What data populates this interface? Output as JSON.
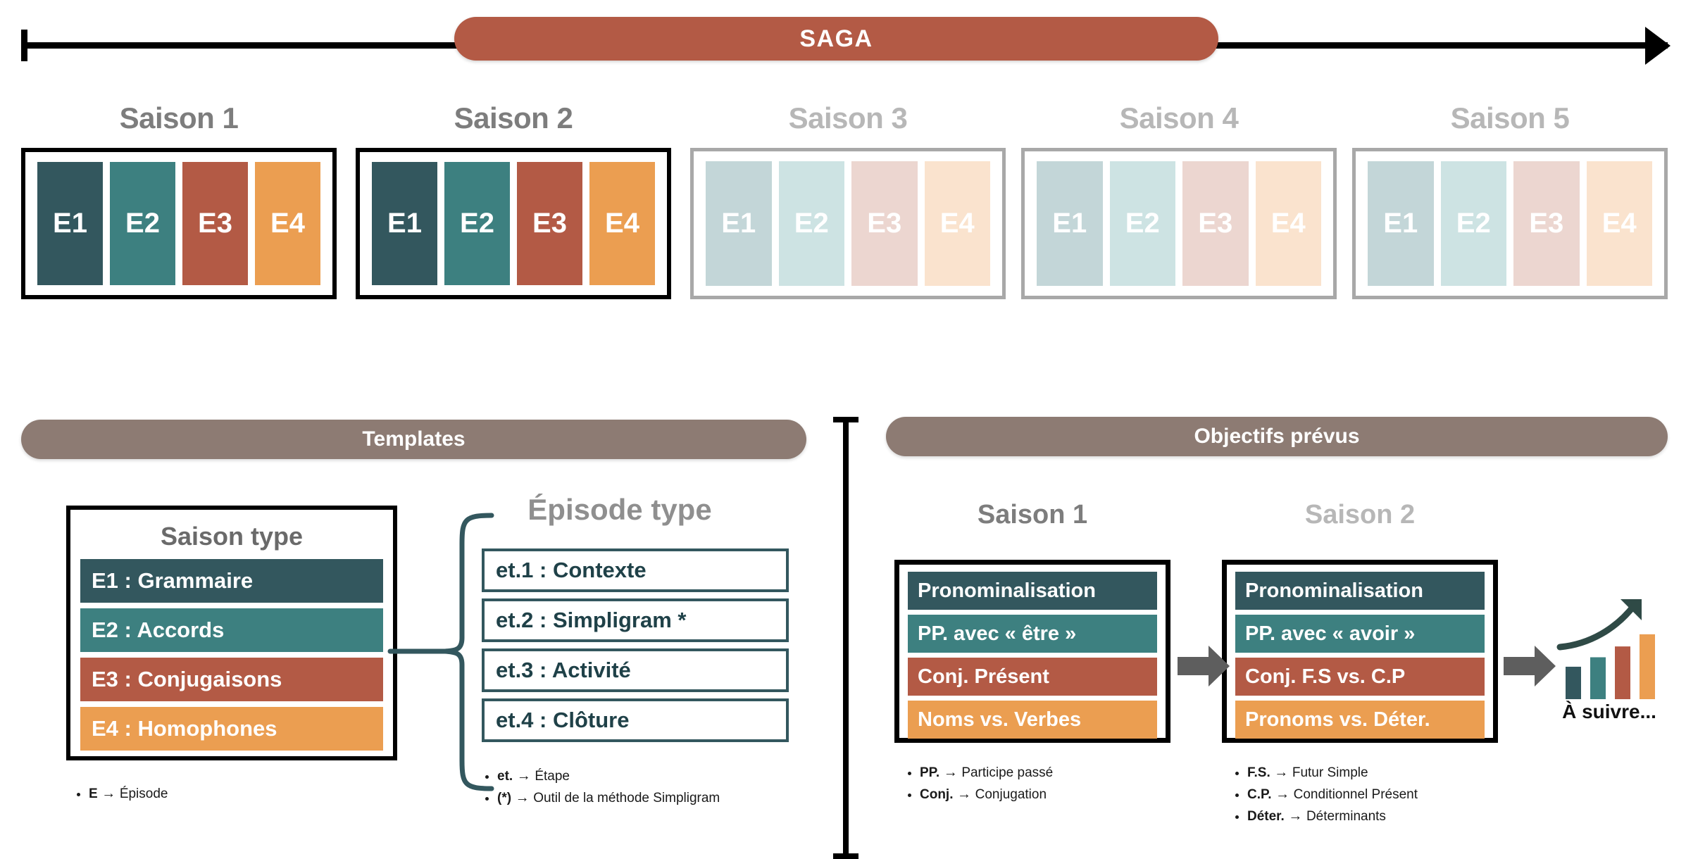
{
  "timeline": {
    "title": "SAGA"
  },
  "palette": {
    "e1": "#33575e",
    "e2": "#3d8080",
    "e3": "#b35a45",
    "e4": "#eb9e51",
    "e1_dim": "#c3d6d8",
    "e2_dim": "#cde3e3",
    "e3_dim": "#ecd6d0",
    "e4_dim": "#fae3ce",
    "banner": "#8d7b73",
    "gray_arrow": "#5e5e5e",
    "title_active": "#7d7d7d",
    "title_dim": "#b7b7b7"
  },
  "seasons": [
    {
      "title": "Saison 1",
      "state": "active",
      "episodes": [
        "E1",
        "E2",
        "E3",
        "E4"
      ]
    },
    {
      "title": "Saison 2",
      "state": "active",
      "episodes": [
        "E1",
        "E2",
        "E3",
        "E4"
      ]
    },
    {
      "title": "Saison 3",
      "state": "dim",
      "episodes": [
        "E1",
        "E2",
        "E3",
        "E4"
      ]
    },
    {
      "title": "Saison 4",
      "state": "dim",
      "episodes": [
        "E1",
        "E2",
        "E3",
        "E4"
      ]
    },
    {
      "title": "Saison 5",
      "state": "dim",
      "episodes": [
        "E1",
        "E2",
        "E3",
        "E4"
      ]
    }
  ],
  "templates": {
    "banner_label": "Templates",
    "saison_type": {
      "title": "Saison type",
      "rows": [
        "E1 : Grammaire",
        "E2 : Accords",
        "E3 : Conjugaisons",
        "E4 : Homophones"
      ],
      "legend": [
        {
          "term": "E",
          "arrow": "→",
          "def": "Épisode"
        }
      ]
    },
    "episode_type": {
      "title": "Épisode type",
      "rows": [
        "et.1 : Contexte",
        "et.2 : Simpligram *",
        "et.3 : Activité",
        "et.4 : Clôture"
      ],
      "legend": [
        {
          "term": "et.",
          "arrow": "→",
          "def": "Étape"
        },
        {
          "term": "(*)",
          "arrow": "→",
          "def": "Outil de la méthode Simpligram"
        }
      ]
    }
  },
  "objectifs": {
    "banner_label": "Objectifs prévus",
    "columns": [
      {
        "title": "Saison 1",
        "state": "active",
        "rows": [
          "Pronominalisation",
          "PP. avec « être »",
          "Conj. Présent",
          "Noms vs. Verbes"
        ],
        "legend": [
          {
            "term": "PP.",
            "arrow": "→",
            "def": "Participe passé"
          },
          {
            "term": "Conj.",
            "arrow": "→",
            "def": "Conjugation"
          }
        ]
      },
      {
        "title": "Saison 2",
        "state": "dim",
        "rows": [
          "Pronominalisation",
          "PP. avec « avoir »",
          "Conj. F.S vs. C.P",
          "Pronoms vs. Déter."
        ],
        "legend": [
          {
            "term": "F.S.",
            "arrow": "→",
            "def": "Futur Simple"
          },
          {
            "term": "C.P.",
            "arrow": "→",
            "def": "Conditionnel Présent"
          },
          {
            "term": "Déter.",
            "arrow": "→",
            "def": "Déterminants"
          }
        ]
      }
    ],
    "next_label": "À suivre..."
  },
  "chart_data": {
    "type": "bar",
    "categories": [
      "1",
      "2",
      "3",
      "4"
    ],
    "values": [
      48,
      62,
      78,
      96
    ],
    "colors": [
      "#33575e",
      "#3d8080",
      "#b35a45",
      "#eb9e51"
    ],
    "title": "À suivre...",
    "xlabel": "",
    "ylabel": "",
    "ylim": [
      0,
      100
    ],
    "annotations": [
      "upward growth arrow"
    ]
  }
}
